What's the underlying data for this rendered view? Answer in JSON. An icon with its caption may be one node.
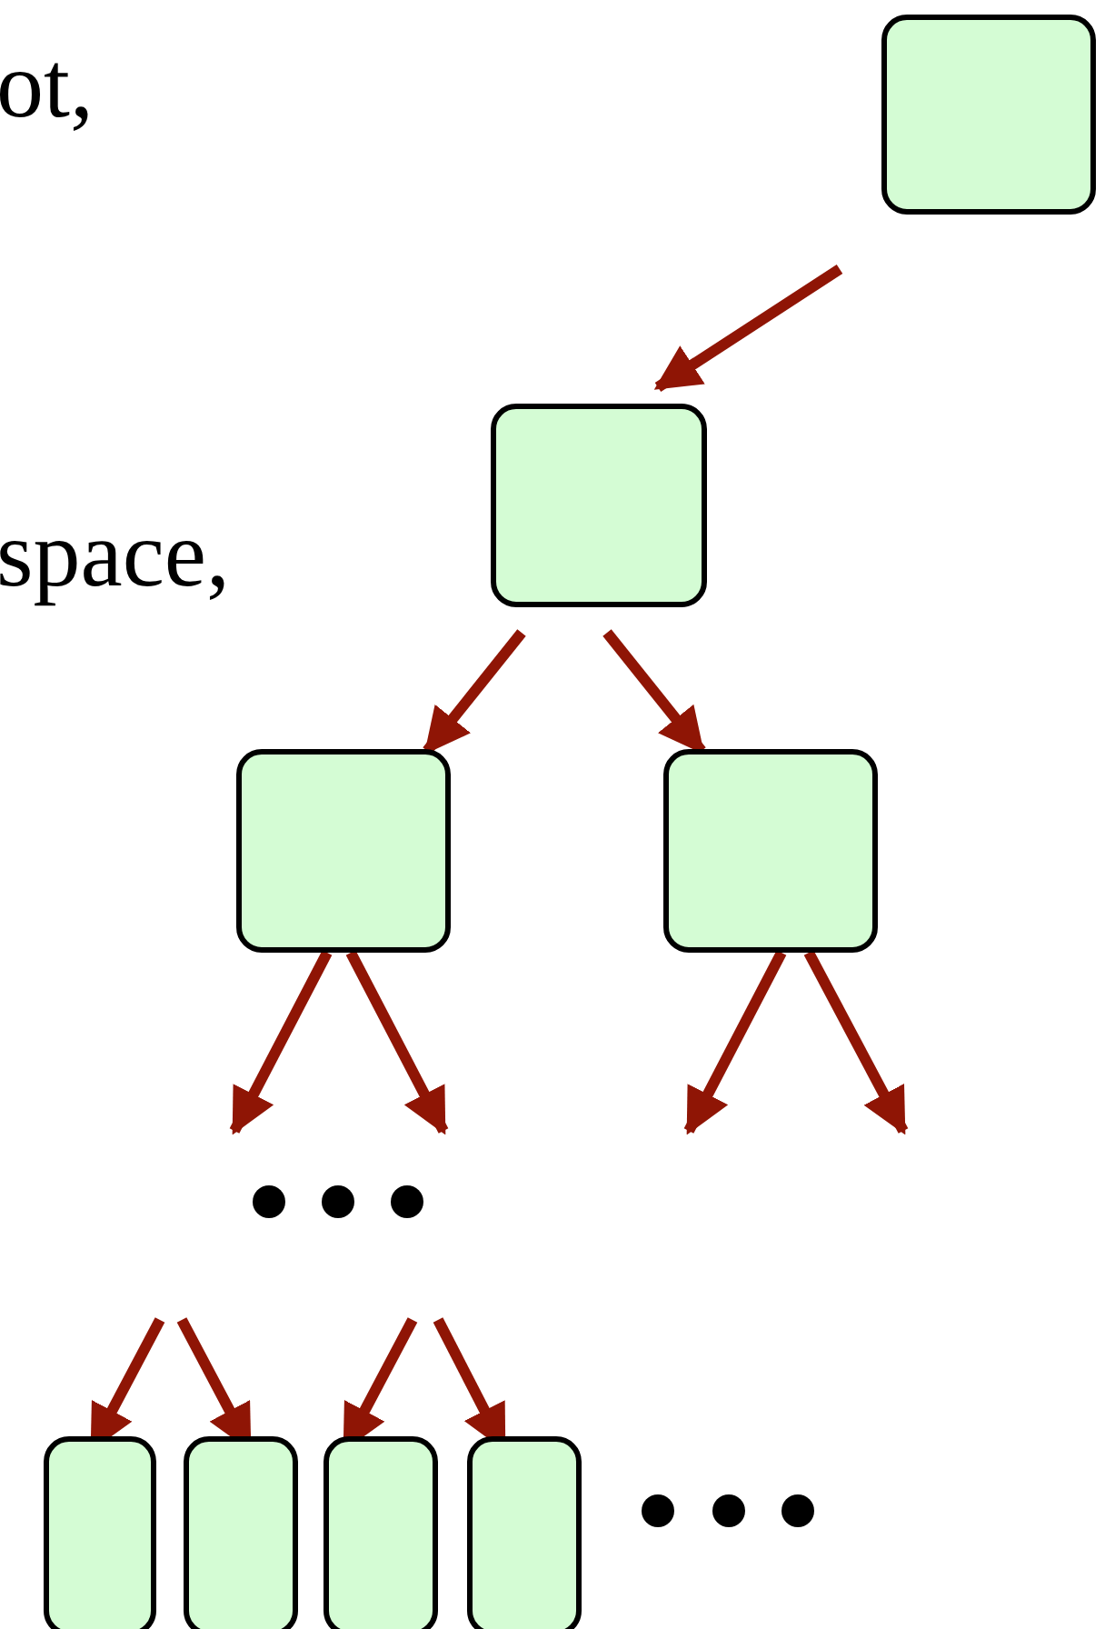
{
  "diagram": {
    "nodes": [
      {
        "text": [],
        "shape": "box"
      },
      {
        "text": [],
        "shape": "box"
      },
      {
        "text": [],
        "shape": "box"
      },
      {
        "text": [],
        "shape": "box"
      },
      {
        "text": [],
        "shape": "box"
      },
      {
        "text": [],
        "shape": "box"
      },
      {
        "text": [],
        "shape": "box"
      },
      {
        "text": [],
        "shape": "box"
      }
    ],
    "edges": [
      {
        "from": 0,
        "to": 1,
        "arrow": "to"
      },
      {
        "from": 1,
        "to": 2,
        "arrow": "to"
      },
      {
        "from": 1,
        "to": 3,
        "arrow": "to"
      },
      {
        "from": 2,
        "to": null,
        "arrow": "to"
      },
      {
        "from": 2,
        "to": null,
        "arrow": "to"
      },
      {
        "from": 3,
        "to": null,
        "arrow": "to"
      },
      {
        "from": 3,
        "to": null,
        "arrow": "to"
      },
      {
        "from": null,
        "to": 4,
        "arrow": "to"
      },
      {
        "from": null,
        "to": 5,
        "arrow": "to"
      },
      {
        "from": null,
        "to": 6,
        "arrow": "to"
      },
      {
        "from": null,
        "to": 7,
        "arrow": "to"
      }
    ],
    "labels": [
      "ot,",
      "space,"
    ]
  }
}
